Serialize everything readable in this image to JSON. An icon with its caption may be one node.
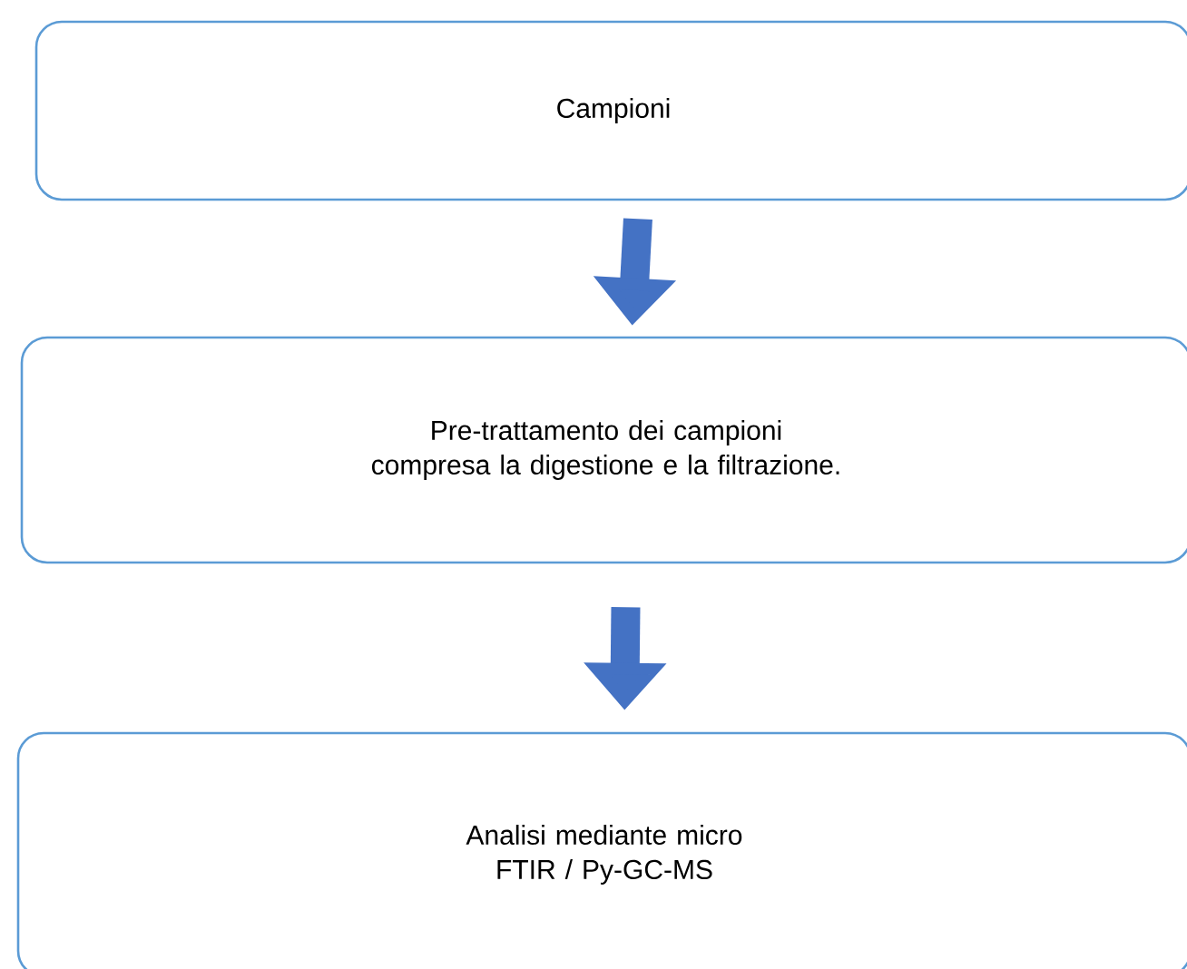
{
  "diagram": {
    "nodes": [
      {
        "text": [
          "Campioni"
        ]
      },
      {
        "text": [
          "Pre-trattamento dei campioni compresa la digestione e la filtrazione."
        ]
      },
      {
        "text": [
          "Analisi mediante micro FTIR / Py-GC-MS"
        ]
      }
    ],
    "edges": [
      {
        "from": 0,
        "to": 1,
        "arrow": "to"
      },
      {
        "from": 1,
        "to": 2,
        "arrow": "to"
      }
    ]
  }
}
